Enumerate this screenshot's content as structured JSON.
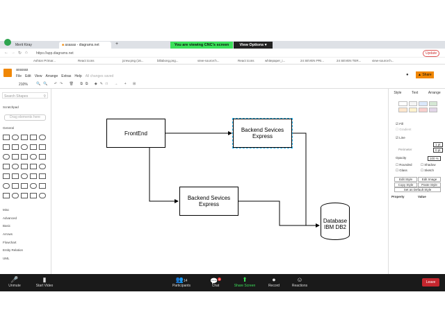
{
  "browser": {
    "tabs": [
      "Merit Kiray",
      "asasas - diagrams.net"
    ],
    "new_tab": "+",
    "url": "https://app.diagrams.net",
    "update_label": "Update",
    "bookmarks": [
      "Ashton Primar...",
      "React icons",
      "jcrew.png (16...",
      "billabong.png...",
      "view-source:h...",
      "React icons",
      "whitepaper_i...",
      "24 SEVEN PRI...",
      "24 SEVEN TER...",
      "view-source:h..."
    ]
  },
  "zoom_share": {
    "banner": "You are viewing CNC's screen",
    "view_options": "View Options"
  },
  "app": {
    "title": "asasas",
    "menu": [
      "File",
      "Edit",
      "View",
      "Arrange",
      "Extras",
      "Help"
    ],
    "save_status": "All changes saved",
    "zoom_level": "210%",
    "share_label": "Share"
  },
  "left_panel": {
    "search_placeholder": "Search Shapes",
    "scratchpad": "Scratchpad",
    "drag_hint": "Drag elements here",
    "general": "General",
    "text_shape": "Text",
    "sections": [
      "Misc",
      "Advanced",
      "Basic",
      "Arrows",
      "Flowchart",
      "Entity Relation",
      "UML"
    ]
  },
  "right_panel": {
    "tabs": [
      "Style",
      "Text",
      "Arrange"
    ],
    "fill": "Fill",
    "gradient": "Gradient",
    "line": "Line",
    "line_width": "1 pt",
    "perimeter": "Perimeter",
    "perimeter_value": "0 pt",
    "opacity": "Opacity",
    "opacity_value": "100 %",
    "checks": [
      "Rounded",
      "Shadow",
      "Glass",
      "Sketch"
    ],
    "buttons": [
      "Edit Style",
      "Edit Image",
      "Copy Style",
      "Paste Style"
    ],
    "set_default": "Set as Default Style",
    "property": "Property",
    "value": "Value",
    "swatches": [
      "#ffffff",
      "#f5f5f5",
      "#dae8fc",
      "#d5e8d4",
      "#ffe6cc",
      "#fff2cc",
      "#f8cecc",
      "#e1d5e7"
    ]
  },
  "diagram": {
    "nodes": {
      "frontend": "FrontEnd",
      "backend1": "Backend Sevices Express",
      "backend2": "Backend Sevices Express",
      "database": "Database IBM DB2"
    }
  },
  "meeting": {
    "unmute": "Unmute",
    "start_video": "Start Video",
    "participants": "Participants",
    "participant_count": "14",
    "chat": "Chat",
    "chat_badge": "8",
    "share_screen": "Share Screen",
    "record": "Record",
    "reactions": "Reactions",
    "leave": "Leave"
  }
}
